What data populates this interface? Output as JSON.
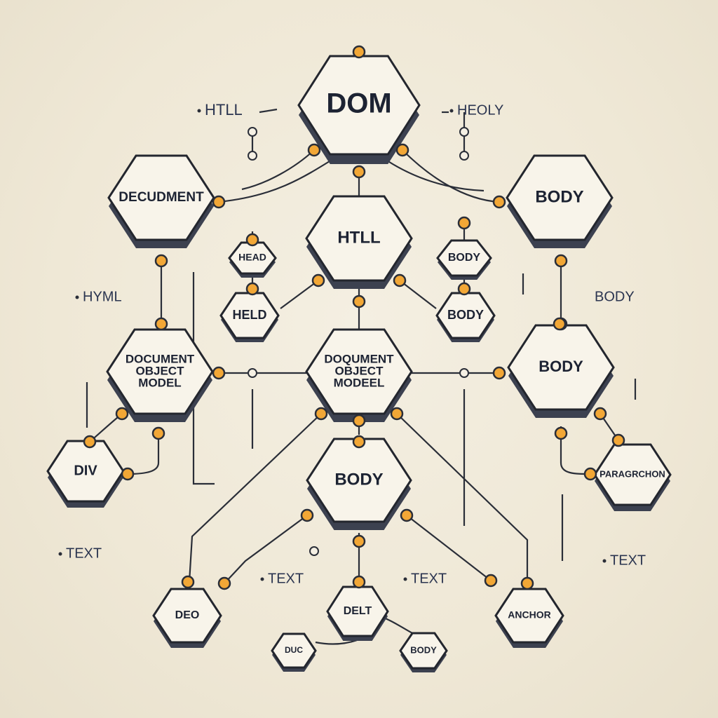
{
  "colors": {
    "background": "#efe8d6",
    "node_face": "#f8f4ea",
    "node_side": "#3c4150",
    "outline": "#23262e",
    "port": "#f2a736",
    "text": "#1d2333"
  },
  "nodes": {
    "dom": "DOM",
    "document": "DECUDMENT",
    "body_top_right": "BODY",
    "html": "HTLL",
    "head_small": "HEAD",
    "body_small_1": "BODY",
    "held": "HELD",
    "body_small_2": "BODY",
    "dom_left_1": "DOCUMENT",
    "dom_left_2": "OBJECT",
    "dom_left_3": "MODEL",
    "dom_center_1": "DOQUMENT",
    "dom_center_2": "OBJECT",
    "dom_center_3": "MODEEL",
    "body_right_mid": "BODY",
    "div": "DIV",
    "body_center": "BODY",
    "paragraph": "PARAGRCHON",
    "deo": "DEO",
    "delt": "DELT",
    "anchor": "ANCHOR",
    "duc": "DUC",
    "body_bottom": "BODY"
  },
  "free_labels": {
    "html_top": "HTLL",
    "body_top": "HEOLY",
    "hyml": "HYML",
    "body_right": "BODY",
    "text_left": "TEXT",
    "text_center_left": "TEXT",
    "text_center_right": "TEXT",
    "text_right": "TEXT"
  }
}
